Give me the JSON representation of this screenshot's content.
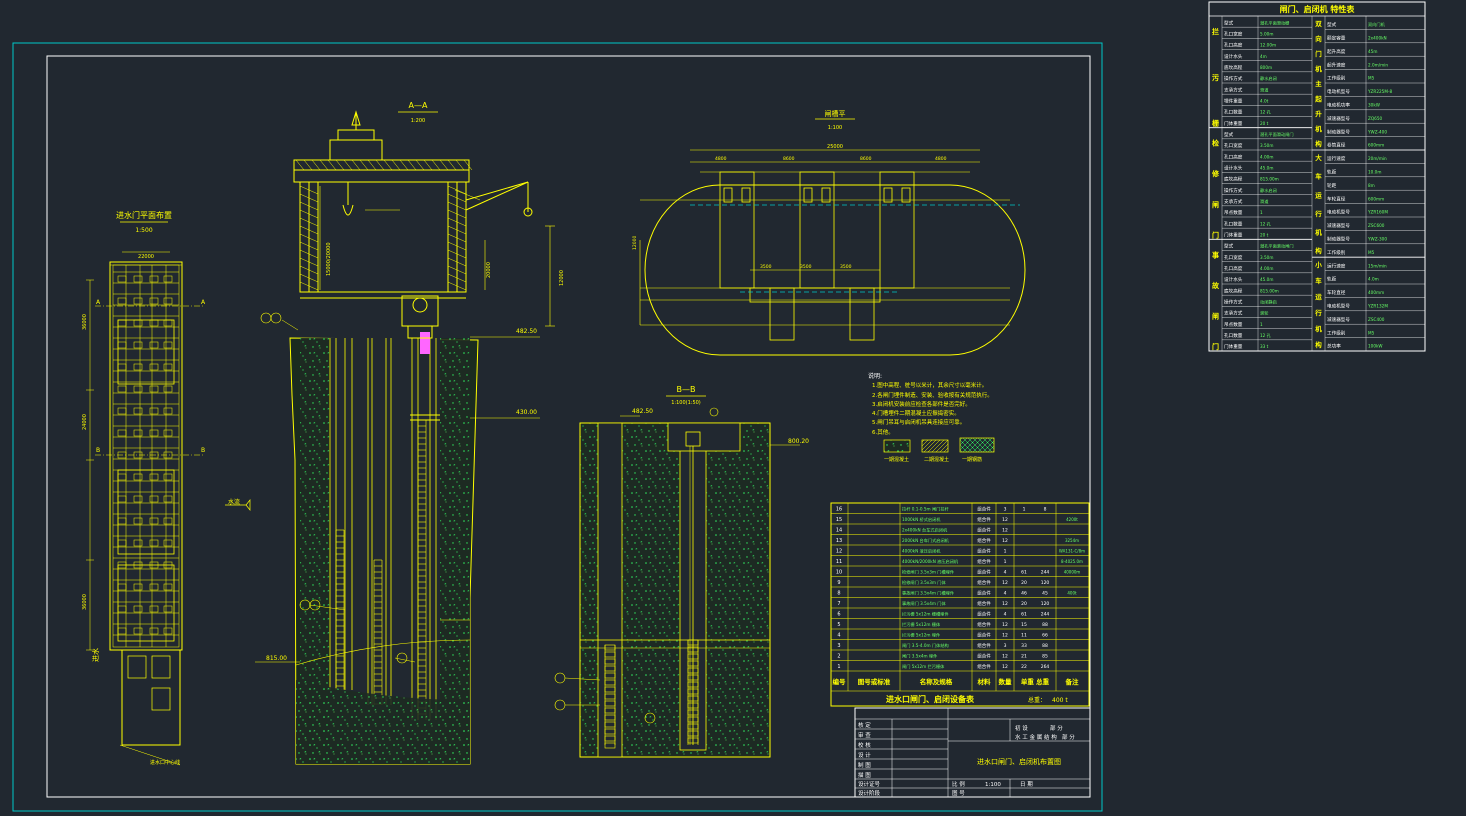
{
  "titles": {
    "plan": "进水门平面布置",
    "plan_scale": "1:500",
    "section_aa": "A—A",
    "section_aa_scale": "1:200",
    "section_bb": "B—B",
    "section_bb_scale": "1:100(1:50)",
    "slot_plan": "闸槽平",
    "slot_plan_scale": "1:100",
    "water_flow": "水流"
  },
  "elevations": {
    "deck": "482.50",
    "platform": "430.00",
    "bottom": "815.00",
    "bb_top": "482.50",
    "bb_right": "800.20"
  },
  "notes": {
    "heading": "说明:",
    "lines": [
      "1.图中高程、桩号以米计，其余尺寸以毫米计。",
      "2.各闸门埋件制造、安装、验收按有关规范执行。",
      "3.启闭机安装前应检查各部件是否完好。",
      "4.门槽埋件二期混凝土应振捣密实。",
      "5.闸门吊耳与启闭机吊具连接应可靠。",
      "6.其他。"
    ],
    "legend": [
      "一期混凝土",
      "二期混凝土",
      "一期钢筋"
    ]
  },
  "equipment_table": {
    "title": "进水口闸门、启闭设备表",
    "total_label": "总重：",
    "total_value": "400 t",
    "headers": [
      "编号",
      "图号或标准",
      "名称及规格",
      "材料",
      "数量",
      "单重 总重",
      "备注"
    ],
    "rows": [
      [
        "16",
        "拉杆 0.1-0.5m 闸门拉杆",
        "组合件",
        "3",
        "1",
        "8",
        ""
      ],
      [
        "15",
        "1000kN 桥式启闭机",
        "组合件",
        "12",
        "",
        "",
        "4200t"
      ],
      [
        "14",
        "2x400kN 台车式启闭机",
        "组合件",
        "12",
        "",
        "",
        ""
      ],
      [
        "13",
        "2000kN 台车门式启闭机",
        "组合件",
        "12",
        "",
        "",
        "3254m"
      ],
      [
        "12",
        "4000kN 液压启闭机",
        "组合件",
        "1",
        "",
        "",
        "WA131-C/8m"
      ],
      [
        "11",
        "4000kN/2000kN 液压启闭机",
        "组合件",
        "1",
        "",
        "",
        "8-4025.0m"
      ],
      [
        "10",
        "检修闸门 3.5x3m 门槽埋件",
        "组合件",
        "4",
        "61",
        "244",
        "40000m"
      ],
      [
        "9",
        "检修闸门 3.5x3m 门体",
        "组合件",
        "12",
        "20",
        "120",
        ""
      ],
      [
        "8",
        "事故闸门 3.5x4m 门槽埋件",
        "组合件",
        "4",
        "46",
        "45",
        "400t"
      ],
      [
        "7",
        "事故闸门 3.5x4m 门体",
        "组合件",
        "12",
        "20",
        "120",
        ""
      ],
      [
        "6",
        "拦污栅 5x12m 栅槽埋件",
        "组合件",
        "4",
        "61",
        "244",
        ""
      ],
      [
        "5",
        "拦污栅 5x12m 栅体",
        "组合件",
        "12",
        "15",
        "88",
        ""
      ],
      [
        "4",
        "拦污栅 5x12m 埋件",
        "组合件",
        "12",
        "11",
        "66",
        ""
      ],
      [
        "3",
        "闸门 3.5-4.0m 门体结构",
        "组合件",
        "3",
        "33",
        "88",
        ""
      ],
      [
        "2",
        "闸门 3.5x4m 埋件",
        "组合件",
        "12",
        "21",
        "85",
        ""
      ],
      [
        "1",
        "闸门 5x12m 拦污栅体",
        "组合件",
        "12",
        "22",
        "264",
        ""
      ]
    ]
  },
  "spec_table": {
    "title": "闸门、启闭机 特性表",
    "left_groups": [
      "拦污栅",
      "检修闸门",
      "事故闸门"
    ],
    "right_groups": [
      "双向门机主起升机构",
      "大车运行机构",
      "小车运行机构"
    ],
    "left_rows": [
      [
        "型式",
        "潜孔平面滑动栅"
      ],
      [
        "孔口宽度",
        "5.00m"
      ],
      [
        "孔口高度",
        "12.00m"
      ],
      [
        "设计水头",
        "4m"
      ],
      [
        "底坎高程",
        "800m"
      ],
      [
        "操作方式",
        "静水启闭"
      ],
      [
        "支承方式",
        "滑道"
      ],
      [
        "埋件重量",
        "4.0t"
      ],
      [
        "孔口数量",
        "12 孔"
      ],
      [
        "门体重量",
        "20 t"
      ],
      [
        "型式",
        "潜孔平面滑动闸门"
      ],
      [
        "孔口宽度",
        "3.50m"
      ],
      [
        "孔口高度",
        "4.00m"
      ],
      [
        "设计水头",
        "45.0m"
      ],
      [
        "底坎高程",
        "815.00m"
      ],
      [
        "操作方式",
        "静水启闭"
      ],
      [
        "支承方式",
        "滑道"
      ],
      [
        "吊点数量",
        "1"
      ],
      [
        "孔口数量",
        "12 孔"
      ],
      [
        "门体重量",
        "20 t"
      ],
      [
        "型式",
        "潜孔平面滚动闸门"
      ],
      [
        "孔口宽度",
        "3.50m"
      ],
      [
        "孔口高度",
        "4.00m"
      ],
      [
        "设计水头",
        "45.0m"
      ],
      [
        "底坎高程",
        "815.00m"
      ],
      [
        "操作方式",
        "动闭静启"
      ],
      [
        "支承方式",
        "滚轮"
      ],
      [
        "吊点数量",
        "1"
      ],
      [
        "孔口数量",
        "12 孔"
      ],
      [
        "门体重量",
        "33 t"
      ]
    ],
    "right_rows": [
      [
        "型式",
        "双向门机"
      ],
      [
        "额定容量",
        "2x400kN"
      ],
      [
        "起升高度",
        "45m"
      ],
      [
        "起升速度",
        "2.0m/min"
      ],
      [
        "工作级别",
        "M5"
      ],
      [
        "电动机型号",
        "YZR225M-8"
      ],
      [
        "电动机功率",
        "30kW"
      ],
      [
        "减速器型号",
        "ZQ650"
      ],
      [
        "制动器型号",
        "YWZ-400"
      ],
      [
        "卷筒直径",
        "600mm"
      ],
      [
        "运行速度",
        "20m/min"
      ],
      [
        "轨距",
        "10.0m"
      ],
      [
        "轮距",
        "8m"
      ],
      [
        "车轮直径",
        "600mm"
      ],
      [
        "电动机型号",
        "YZR160M"
      ],
      [
        "减速器型号",
        "ZSC600"
      ],
      [
        "制动器型号",
        "YWZ-300"
      ],
      [
        "工作级别",
        "M5"
      ],
      [
        "运行速度",
        "15m/min"
      ],
      [
        "轨距",
        "4.0m"
      ],
      [
        "车轮直径",
        "400mm"
      ],
      [
        "电动机型号",
        "YZR132M"
      ],
      [
        "减速器型号",
        "ZSC400"
      ],
      [
        "工作级别",
        "M5"
      ],
      [
        "总功率",
        "100kW"
      ]
    ]
  },
  "title_block": {
    "drawing_title": "进水口闸门、启闭机布置图",
    "rows": [
      "核 定",
      "审 查",
      "校 核",
      "设 计",
      "制 图",
      "描 图",
      "设计证号",
      "设计阶段"
    ],
    "cells": [
      "初 设",
      "部 分",
      "水 工 金 属 结 构",
      "部 分"
    ],
    "scale_label": "比 例",
    "scale_value": "1:100",
    "date_label": "日 期",
    "sheet_label": "图 号"
  },
  "colors": {
    "background": "#212830",
    "frame": "#00c8c8",
    "lines": "#ffff00",
    "concrete": "#33ff66",
    "text": "#ffffff",
    "highlight": "#ff66ff"
  }
}
